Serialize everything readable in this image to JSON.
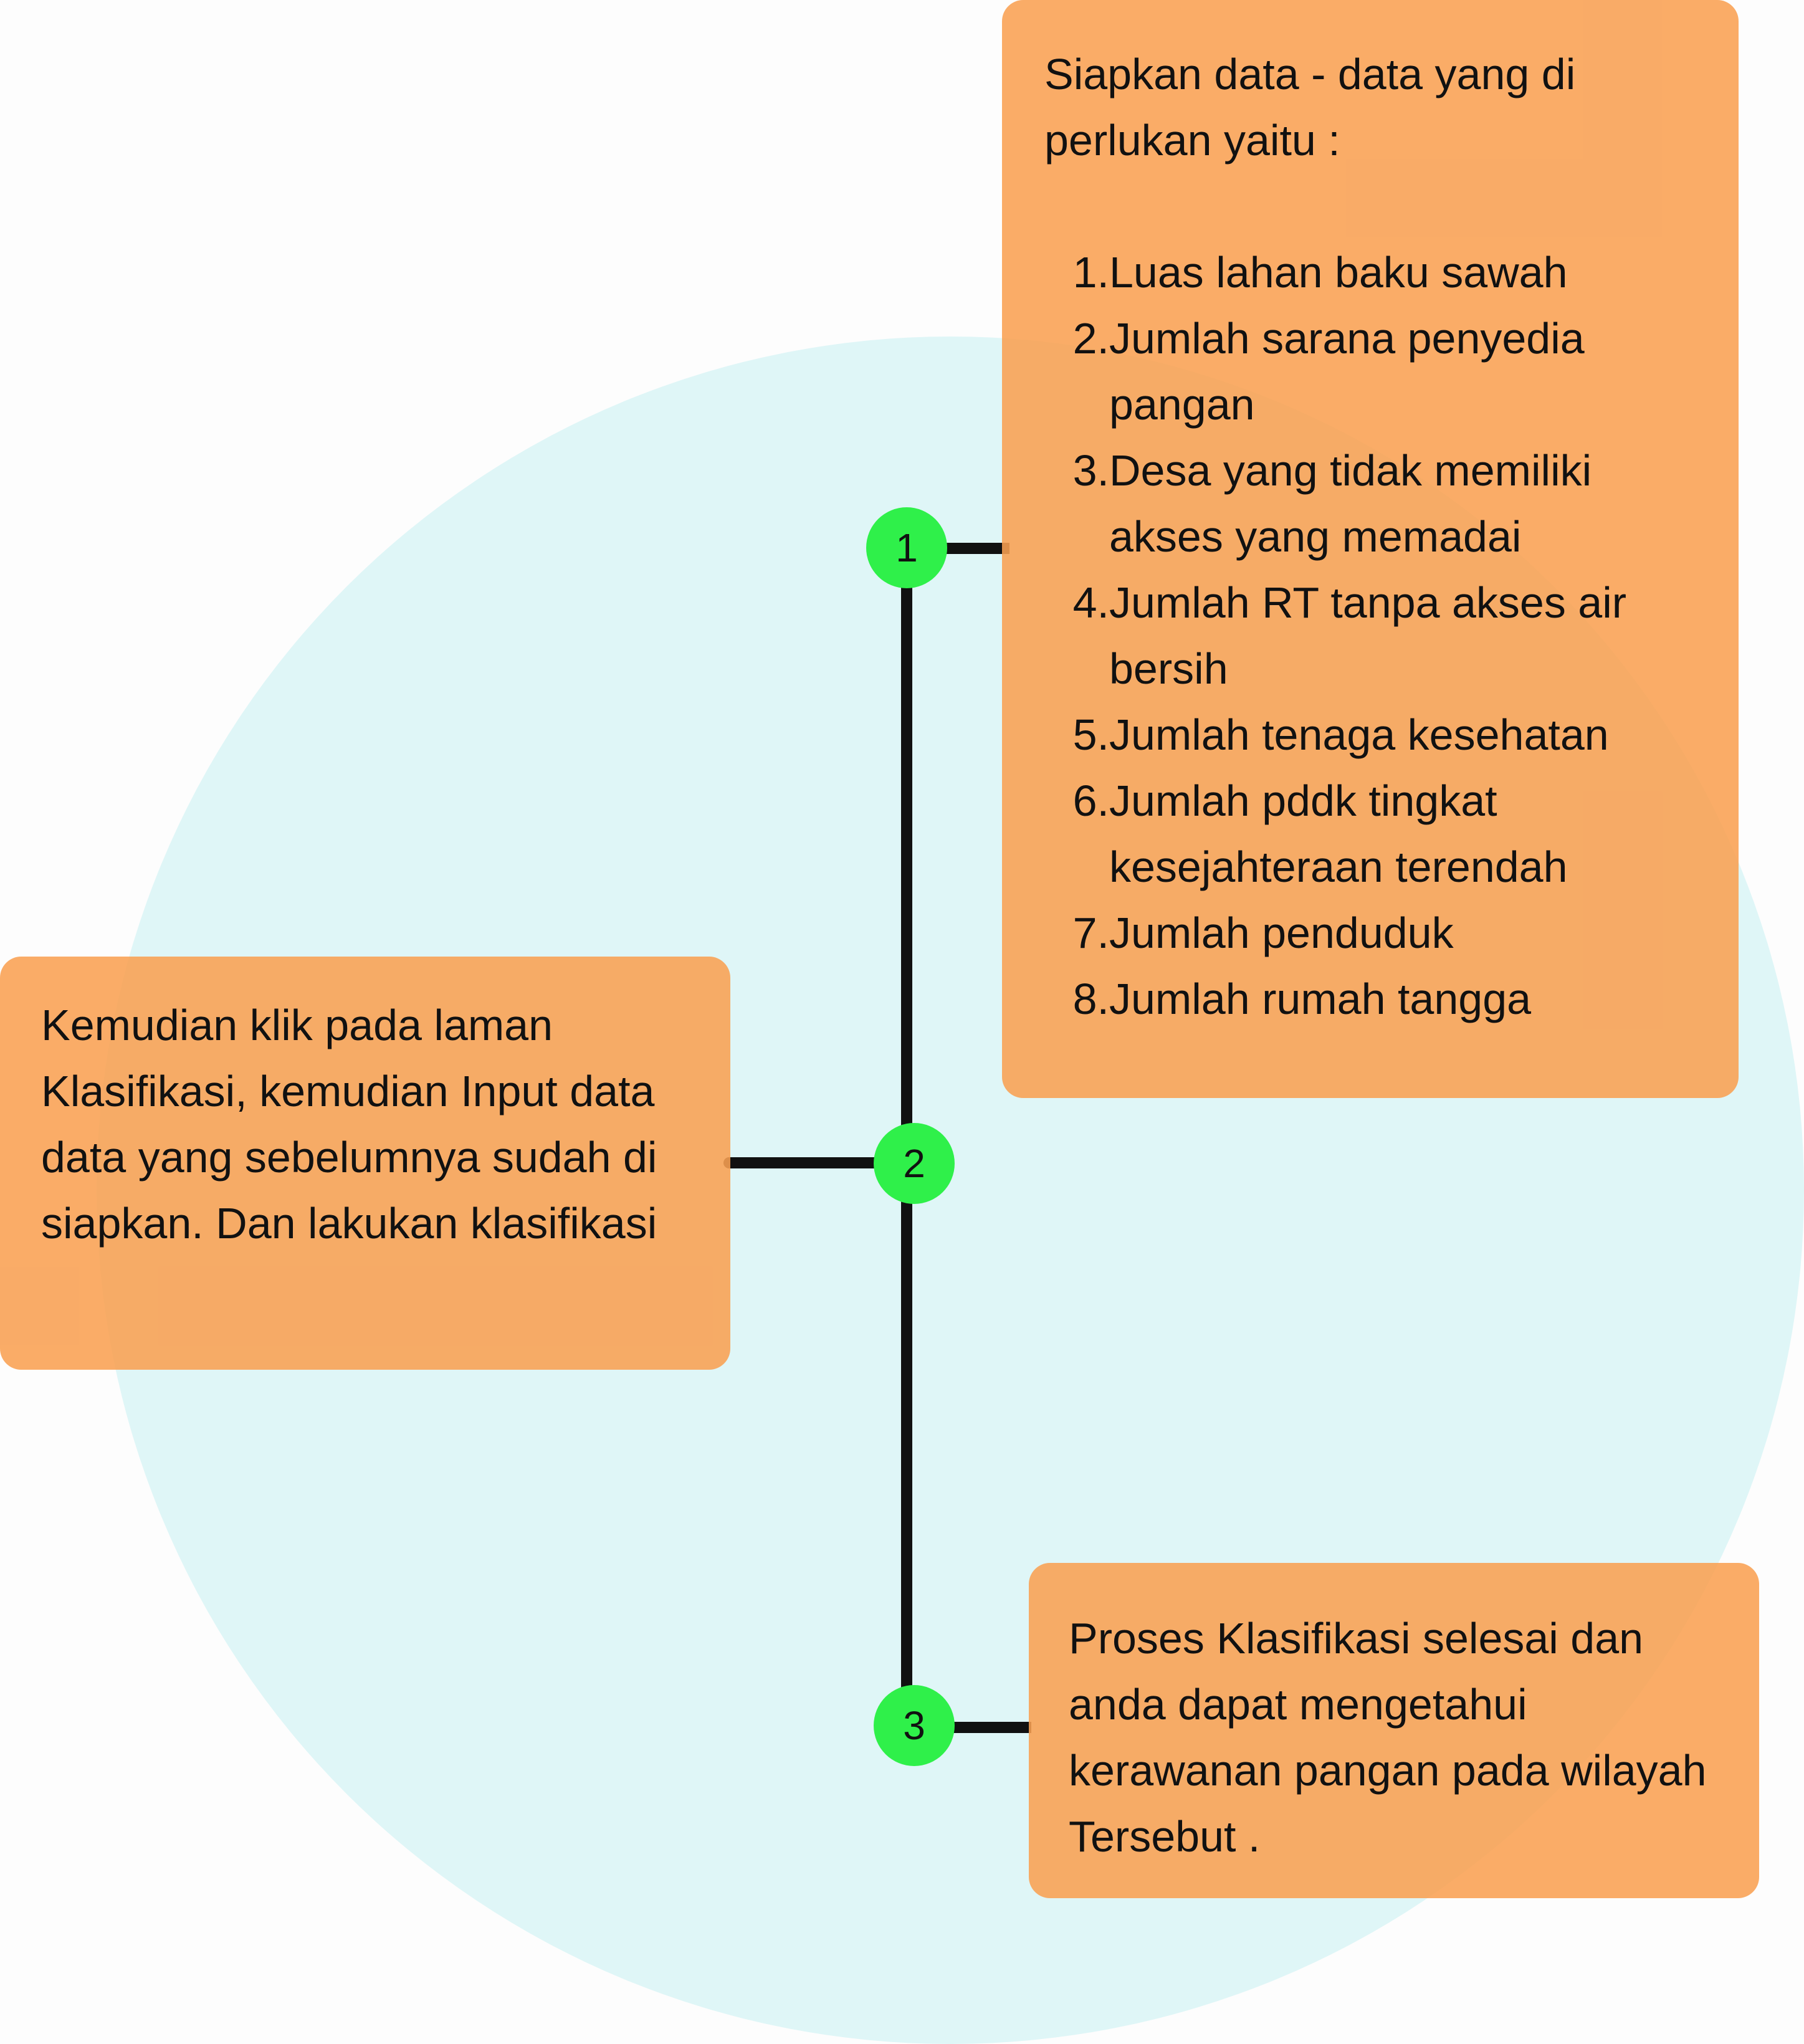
{
  "colors": {
    "background_circle": "#dff6f7",
    "box_fill": "#f9a052",
    "node_fill": "#2ff04a",
    "line": "#111111"
  },
  "steps": [
    {
      "number": "1",
      "intro": "Siapkan data - data yang di perlukan yaitu :",
      "items": [
        {
          "num": "1.",
          "text": "Luas lahan baku sawah"
        },
        {
          "num": "2.",
          "text": "Jumlah sarana penyedia pangan"
        },
        {
          "num": "3.",
          "text": "Desa yang tidak memiliki akses yang memadai"
        },
        {
          "num": "4.",
          "text": "Jumlah RT tanpa akses air bersih"
        },
        {
          "num": "5.",
          "text": "Jumlah tenaga kesehatan"
        },
        {
          "num": "6.",
          "text": "Jumlah pddk tingkat kesejahteraan terendah"
        },
        {
          "num": "7.",
          "text": "Jumlah penduduk"
        },
        {
          "num": "8.",
          "text": "Jumlah rumah tangga"
        }
      ]
    },
    {
      "number": "2",
      "text": "Kemudian klik pada laman Klasifikasi, kemudian Input data data yang sebelumnya sudah di siapkan. Dan lakukan klasifikasi"
    },
    {
      "number": "3",
      "text": "Proses Klasifikasi selesai dan anda dapat mengetahui kerawanan pangan pada wilayah Tersebut ."
    }
  ]
}
